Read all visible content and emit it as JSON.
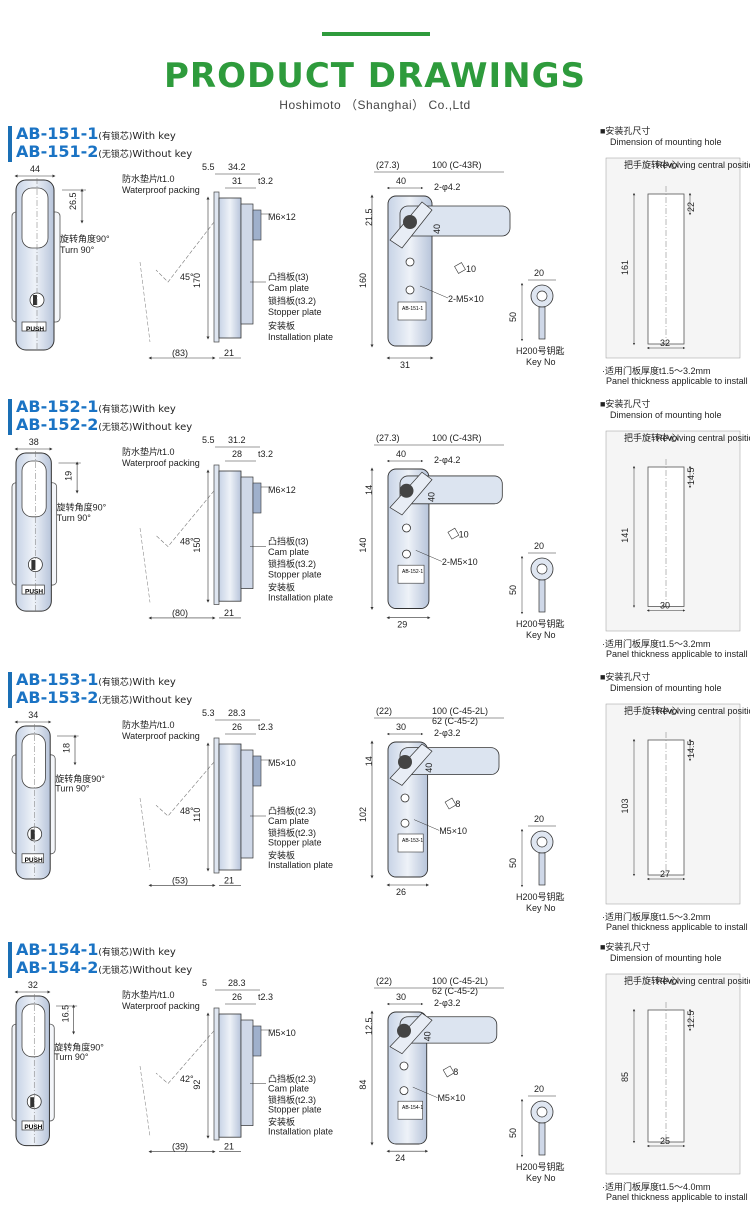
{
  "header": {
    "title": "PRODUCT DRAWINGS",
    "subtitle": "Hoshimoto （Shanghai） Co.,Ltd"
  },
  "common": {
    "waterproof_zh": "防水垫片",
    "waterproof_en": "Waterproof packing",
    "cam_zh": "凸挡板",
    "cam_en": "Cam plate",
    "stopper_zh": "锁挡板",
    "stopper_en": "Stopper plate",
    "install_zh": "安装板",
    "install_en": "Installation plate",
    "turn_zh": "旋转角度90°",
    "turn_en": "Turn 90°",
    "push": "PUSH",
    "key_zh": "H200号钥匙",
    "key_en": "Key No",
    "key_w": "20",
    "key_h": "50",
    "mh_title_zh": "■安装孔尺寸",
    "mh_title_en": "Dimension of mounting hole",
    "mh_center_zh": "把手旋转中心",
    "mh_center_en": "Revolving central position of handle",
    "with_key": "With key",
    "without_key": "Without key",
    "zh_with": "(有锁芯)",
    "zh_without": "(无锁芯)"
  },
  "sections": [
    {
      "model1": "AB-151-1",
      "model2": "AB-151-2",
      "front_w": "44",
      "front_top": "26.5",
      "side_a": "5.5",
      "side_b": "34.2",
      "side_c": "31",
      "side_t": "t3.2",
      "pack_t": "/t1.0",
      "cam_t": "(t3)",
      "stop_t": "(t3.2)",
      "screw": "M6×12",
      "side_h": "170",
      "angle": "45°",
      "side_left": "(83)",
      "side_bottom": "21",
      "back_top1": "(27.3)",
      "back_top2": "100 (C-43R)",
      "back_w40": "40",
      "back_hole": "2-φ4.2",
      "back_215": "21.5",
      "back_40v": "40",
      "back_sq": "10",
      "back_h": "160",
      "back_screw": "2-M5×10",
      "back_bottom": "31",
      "mh_top": "22",
      "mh_h": "161",
      "mh_w": "32",
      "note_zh": "·适用门板厚度t1.5～3.2mm",
      "note_en": "Panel thickness applicable to install"
    },
    {
      "model1": "AB-152-1",
      "model2": "AB-152-2",
      "front_w": "38",
      "front_top": "19",
      "side_a": "5.5",
      "side_b": "31.2",
      "side_c": "28",
      "side_t": "t3.2",
      "pack_t": "/t1.0",
      "cam_t": "(t3)",
      "stop_t": "(t3.2)",
      "screw": "M6×12",
      "side_h": "150",
      "angle": "48°",
      "side_left": "(80)",
      "side_bottom": "21",
      "back_top1": "(27.3)",
      "back_top2": "100 (C-43R)",
      "back_w40": "40",
      "back_hole": "2-φ4.2",
      "back_215": "14",
      "back_40v": "40",
      "back_sq": "10",
      "back_h": "140",
      "back_screw": "2-M5×10",
      "back_bottom": "29",
      "mh_top": "14.5",
      "mh_h": "141",
      "mh_w": "30",
      "note_zh": "·适用门板厚度t1.5～3.2mm",
      "note_en": "Panel thickness applicable to install"
    },
    {
      "model1": "AB-153-1",
      "model2": "AB-153-2",
      "front_w": "34",
      "front_top": "18",
      "side_a": "5.3",
      "side_b": "28.3",
      "side_c": "26",
      "side_t": "t2.3",
      "pack_t": "/t1.0",
      "cam_t": "(t2.3)",
      "stop_t": "(t2.3)",
      "screw": "M5×10",
      "side_h": "110",
      "angle": "48°",
      "side_left": "(53)",
      "side_bottom": "21",
      "back_top1": "(22)",
      "back_top2": "100 (C-45-2L)",
      "back_top3": "62 (C-45-2)",
      "back_w40": "30",
      "back_hole": "2-φ3.2",
      "back_215": "14",
      "back_40v": "40",
      "back_sq": "8",
      "back_h": "102",
      "back_screw": "M5×10",
      "back_bottom": "26",
      "mh_top": "14.5",
      "mh_h": "103",
      "mh_w": "27",
      "note_zh": "·适用门板厚度t1.5～3.2mm",
      "note_en": "Panel thickness applicable to install"
    },
    {
      "model1": "AB-154-1",
      "model2": "AB-154-2",
      "front_w": "32",
      "front_top": "16.5",
      "side_a": "5",
      "side_b": "28.3",
      "side_c": "26",
      "side_t": "t2.3",
      "pack_t": "/t1.0",
      "cam_t": "(t2.3)",
      "stop_t": "(t2.3)",
      "screw": "M5×10",
      "side_h": "92",
      "angle": "42°",
      "side_left": "(39)",
      "side_bottom": "21",
      "back_top1": "(22)",
      "back_top2": "100 (C-45-2L)",
      "back_top3": "62 (C-45-2)",
      "back_w40": "30",
      "back_hole": "2-φ3.2",
      "back_215": "12.5",
      "back_40v": "40",
      "back_sq": "8",
      "back_h": "84",
      "back_screw": "M5×10",
      "back_bottom": "24",
      "mh_top": "12.5",
      "mh_h": "85",
      "mh_w": "25",
      "note_zh": "·适用门板厚度t1.5～4.0mm",
      "note_en": "Panel thickness applicable to install"
    }
  ]
}
